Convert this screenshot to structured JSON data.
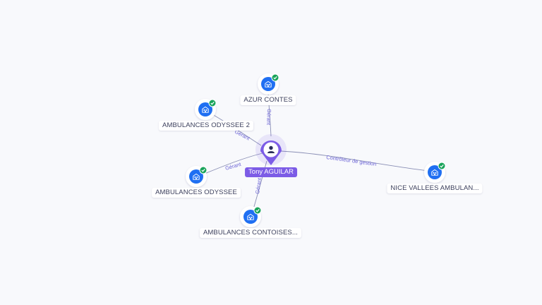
{
  "graph": {
    "center": {
      "label": "Tony AGUILAR",
      "icon": "person-icon",
      "accent_color": "#7c5ce6"
    },
    "companies": [
      {
        "id": "azur",
        "label": "AZUR CONTES",
        "icon": "building-icon",
        "verified": true
      },
      {
        "id": "odyssee2",
        "label": "AMBULANCES ODYSSEE 2",
        "icon": "building-icon",
        "verified": true
      },
      {
        "id": "odyssee",
        "label": "AMBULANCES ODYSSEE",
        "icon": "building-icon",
        "verified": true
      },
      {
        "id": "contoises",
        "label": "AMBULANCES CONTOISES...",
        "icon": "building-icon",
        "verified": true
      },
      {
        "id": "nice",
        "label": "NICE VALLEES AMBULAN...",
        "icon": "building-icon",
        "verified": true
      }
    ],
    "edges": [
      {
        "to": "azur",
        "label": "Gérant"
      },
      {
        "to": "odyssee2",
        "label": "Gérant"
      },
      {
        "to": "odyssee",
        "label": "Gérant"
      },
      {
        "to": "contoises",
        "label": "Gérant"
      },
      {
        "to": "nice",
        "label": "Contrôleur de gestion"
      }
    ],
    "colors": {
      "node_blue": "#1f6ff2",
      "verified_green": "#19a35a",
      "edge": "#8a8fb5",
      "edge_label": "#6b63d6"
    }
  }
}
